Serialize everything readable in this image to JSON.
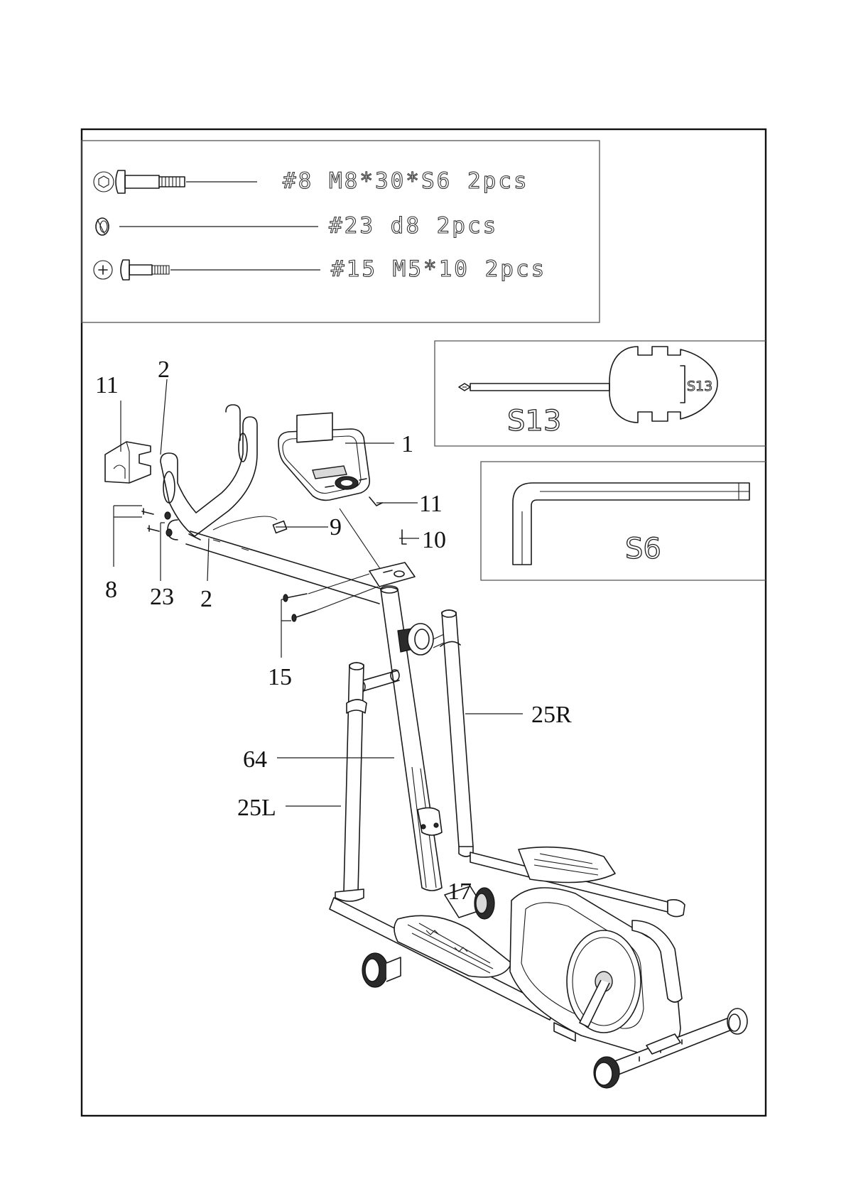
{
  "hardware": {
    "bolt_m8": "#8  M8*30*S6  2pcs",
    "washer_d8": "#23   d8   2pcs",
    "screw_m5": "#15  M5*10  2pcs"
  },
  "tools": {
    "wrench_label": "S13",
    "wrench_head_label": "S13",
    "allen_key_label": "S6"
  },
  "callouts": {
    "c_11_clip": "11",
    "c_2_top": "2",
    "c_1_console": "1",
    "c_11_wire": "11",
    "c_9": "9",
    "c_10": "10",
    "c_8": "8",
    "c_23": "23",
    "c_2_bottom": "2",
    "c_15": "15",
    "c_25R": "25R",
    "c_64": "64",
    "c_25L": "25L",
    "c_17": "17"
  }
}
